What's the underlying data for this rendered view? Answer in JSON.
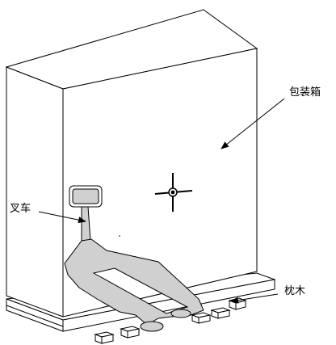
{
  "labels": {
    "crate": "包装箱",
    "pallet_truck": "叉车",
    "sleeper": "枕木"
  },
  "colors": {
    "line": "#000000",
    "background": "#ffffff",
    "truck_fill": "#d0d0d0",
    "box_fill": "#ffffff"
  },
  "icons": {
    "center_mark": "crosshair-icon"
  }
}
